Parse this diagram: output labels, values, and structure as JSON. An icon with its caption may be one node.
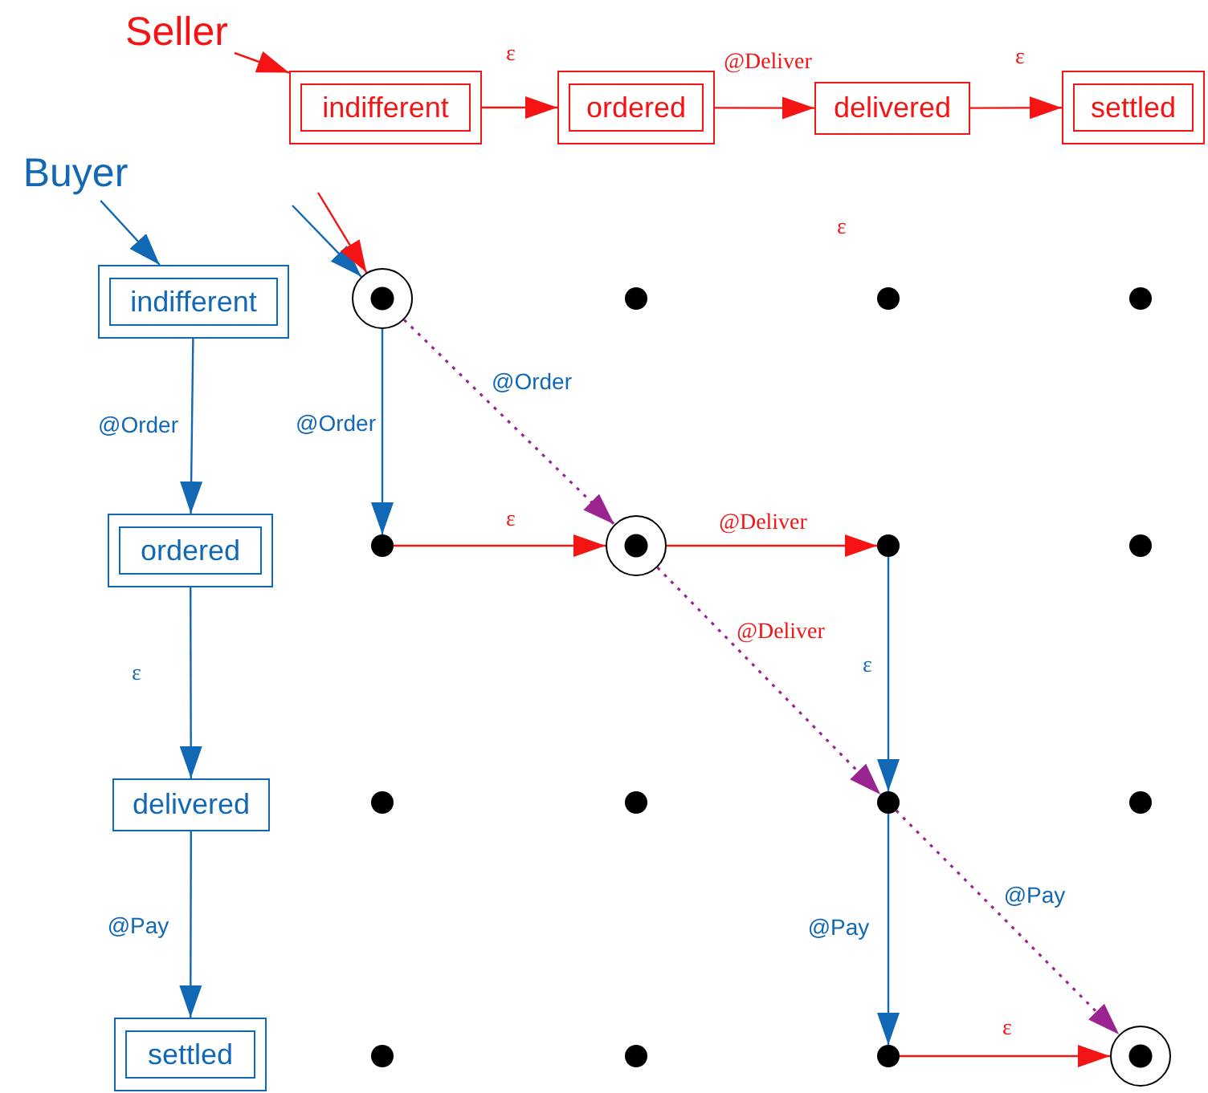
{
  "diagram": {
    "nodes": [
      {
        "text": [
          "Seller"
        ]
      },
      {
        "text": [
          "indifferent"
        ]
      },
      {
        "text": [
          "ordered"
        ]
      },
      {
        "text": [
          "delivered"
        ]
      },
      {
        "text": [
          "settled"
        ]
      },
      {
        "text": [
          "Buyer"
        ]
      },
      {
        "text": [
          "indifferent"
        ]
      },
      {
        "text": [
          "ordered"
        ]
      },
      {
        "text": [
          "delivered"
        ]
      },
      {
        "text": [
          "settled"
        ]
      },
      {
        "text": [],
        "shape": "circle"
      },
      {
        "text": [],
        "shape": "dot"
      },
      {
        "text": [],
        "shape": "dot"
      },
      {
        "text": [],
        "shape": "dot"
      },
      {
        "text": [],
        "shape": "dot"
      },
      {
        "text": [],
        "shape": "circle"
      },
      {
        "text": [],
        "shape": "dot"
      },
      {
        "text": [],
        "shape": "dot"
      },
      {
        "text": [],
        "shape": "dot"
      },
      {
        "text": [],
        "shape": "dot"
      },
      {
        "text": [],
        "shape": "dot"
      },
      {
        "text": [],
        "shape": "dot"
      },
      {
        "text": [],
        "shape": "dot"
      },
      {
        "text": [],
        "shape": "dot"
      },
      {
        "text": [],
        "shape": "dot"
      },
      {
        "text": [],
        "shape": "circle"
      }
    ],
    "edges": [
      {
        "from": 0,
        "to": 1,
        "arrow": "to",
        "color": "#f41414"
      },
      {
        "from": 1,
        "to": 2,
        "arrow": "to",
        "label": "ε",
        "color": "#f41414"
      },
      {
        "from": 2,
        "to": 3,
        "arrow": "to",
        "label": "@Deliver",
        "color": "#f41414"
      },
      {
        "from": 3,
        "to": 4,
        "arrow": "to",
        "label": "ε",
        "color": "#f41414"
      },
      {
        "from": 5,
        "to": 6,
        "arrow": "to",
        "color": "#1168b4"
      },
      {
        "from": 6,
        "to": 7,
        "arrow": "to",
        "label": "@Order",
        "color": "#1168b4"
      },
      {
        "from": 7,
        "to": 8,
        "arrow": "to",
        "label": "ε",
        "color": "#1168b4"
      },
      {
        "from": 8,
        "to": 9,
        "arrow": "to",
        "label": "@Pay",
        "color": "#1168b4"
      },
      {
        "from": null,
        "to": 10,
        "arrow": "to",
        "color": "#1168b4"
      },
      {
        "from": null,
        "to": 10,
        "arrow": "to",
        "color": "#f41414"
      },
      {
        "from": 10,
        "to": 14,
        "arrow": "to",
        "label": "@Order",
        "color": "#1168b4"
      },
      {
        "from": 10,
        "to": 15,
        "arrow": "to",
        "label": "@Order",
        "style": "dashed",
        "color": "#9b2590"
      },
      {
        "from": 14,
        "to": 15,
        "arrow": "to",
        "label": "ε",
        "color": "#f41414"
      },
      {
        "from": 15,
        "to": 16,
        "arrow": "to",
        "label": "@Deliver",
        "color": "#f41414"
      },
      {
        "from": 15,
        "to": 20,
        "arrow": "to",
        "label": "@Deliver",
        "style": "dashed",
        "color": "#9b2590"
      },
      {
        "from": 16,
        "to": 20,
        "arrow": "to",
        "label": "ε",
        "color": "#1168b4"
      },
      {
        "from": 20,
        "to": 24,
        "arrow": "to",
        "label": "@Pay",
        "color": "#1168b4"
      },
      {
        "from": 20,
        "to": 25,
        "arrow": "to",
        "label": "@Pay",
        "style": "dashed",
        "color": "#9b2590"
      },
      {
        "from": 24,
        "to": 25,
        "arrow": "to",
        "label": "ε",
        "color": "#f41414"
      }
    ],
    "labels": [
      "ε"
    ]
  }
}
